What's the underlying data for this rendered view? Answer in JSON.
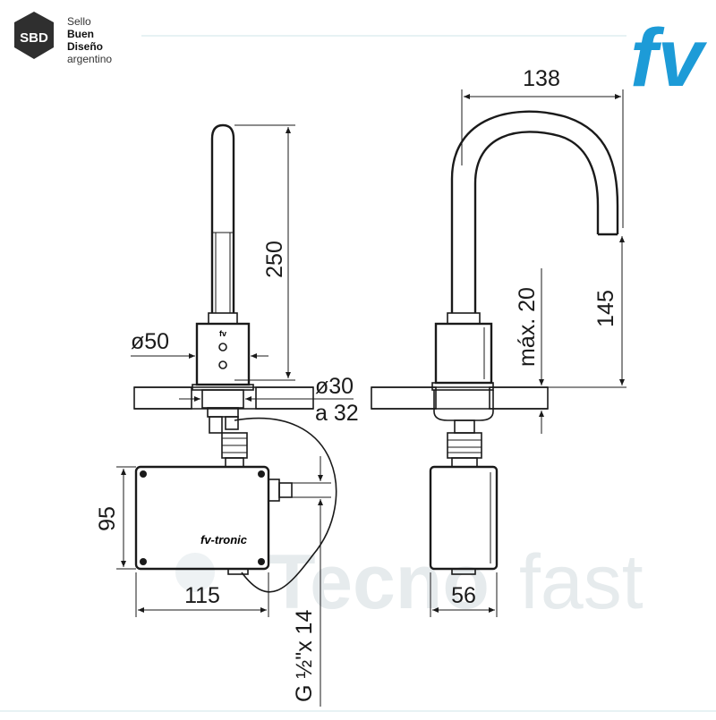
{
  "seal": {
    "badge": "SBD",
    "lines": [
      "Sello",
      "Buen",
      "Diseño",
      "argentino"
    ]
  },
  "logo": {
    "text": "fv",
    "color": "#1d9bd7"
  },
  "watermark": {
    "bold": "Tecno",
    "light": "fast"
  },
  "product_label": "fv-tronic",
  "faucet_mark": "fv",
  "dimensions": {
    "spout_reach": "138",
    "body_height": "250",
    "outlet_height": "145",
    "base_diameter": "ø50",
    "hole_diameter": "ø30",
    "hole_range": "a 32",
    "max_thickness": "máx. 20",
    "box_height": "95",
    "box_width": "115",
    "box_depth": "56",
    "connection": "G ½\"x 14"
  },
  "colors": {
    "line": "#1a1a1a",
    "brand": "#1d9bd7",
    "seal_bg": "#2f2f2f"
  }
}
